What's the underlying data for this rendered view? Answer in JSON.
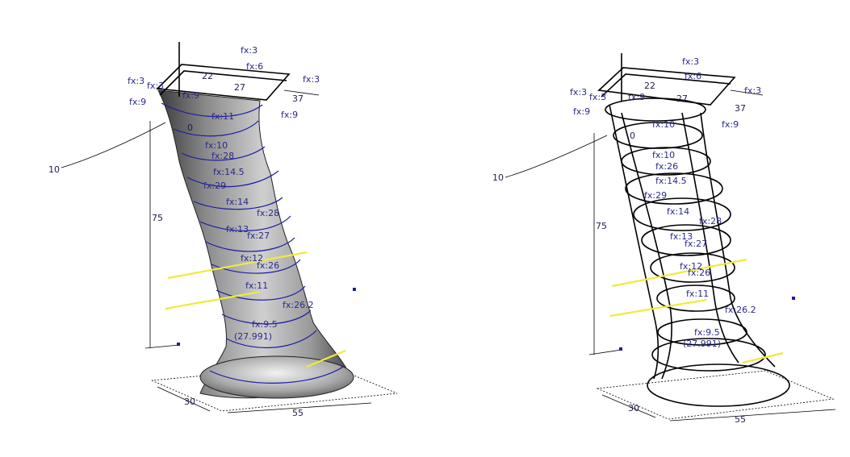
{
  "views": [
    {
      "name": "shaded",
      "labels": [
        "fx:3",
        "fx:6",
        "fx:3",
        "fx:3",
        "fx:3",
        "fx:9",
        "fx:9",
        "fx:9",
        "fx:11",
        "fx:10",
        "fx:28",
        "fx:14.5",
        "fx:29",
        "fx:14",
        "fx:28",
        "fx:13",
        "fx:27",
        "fx:12",
        "fx:26",
        "fx:11",
        "fx:26.2",
        "fx:9.5",
        "(27.991)"
      ],
      "dims": {
        "d10": "10",
        "d75": "75",
        "d37": "37",
        "d30": "30",
        "d55": "55",
        "d22": "22",
        "d27": "27",
        "d0": "0"
      }
    },
    {
      "name": "wireframe",
      "labels": [
        "fx:3",
        "fx:6",
        "fx:3",
        "fx:3",
        "fx:3",
        "fx:9",
        "fx:9",
        "fx:9",
        "fx:10",
        "fx:10",
        "fx:26",
        "fx:14.5",
        "fx:29",
        "fx:14",
        "fx:28",
        "fx:13",
        "fx:27",
        "fx:12",
        "fx:26",
        "fx:11",
        "fx:26.2",
        "fx:9.5",
        "(27.991)"
      ],
      "dims": {
        "d10": "10",
        "d75": "75",
        "d37": "37",
        "d30": "30",
        "d55": "55",
        "d22": "22",
        "d27": "27",
        "d0": "0"
      }
    }
  ]
}
